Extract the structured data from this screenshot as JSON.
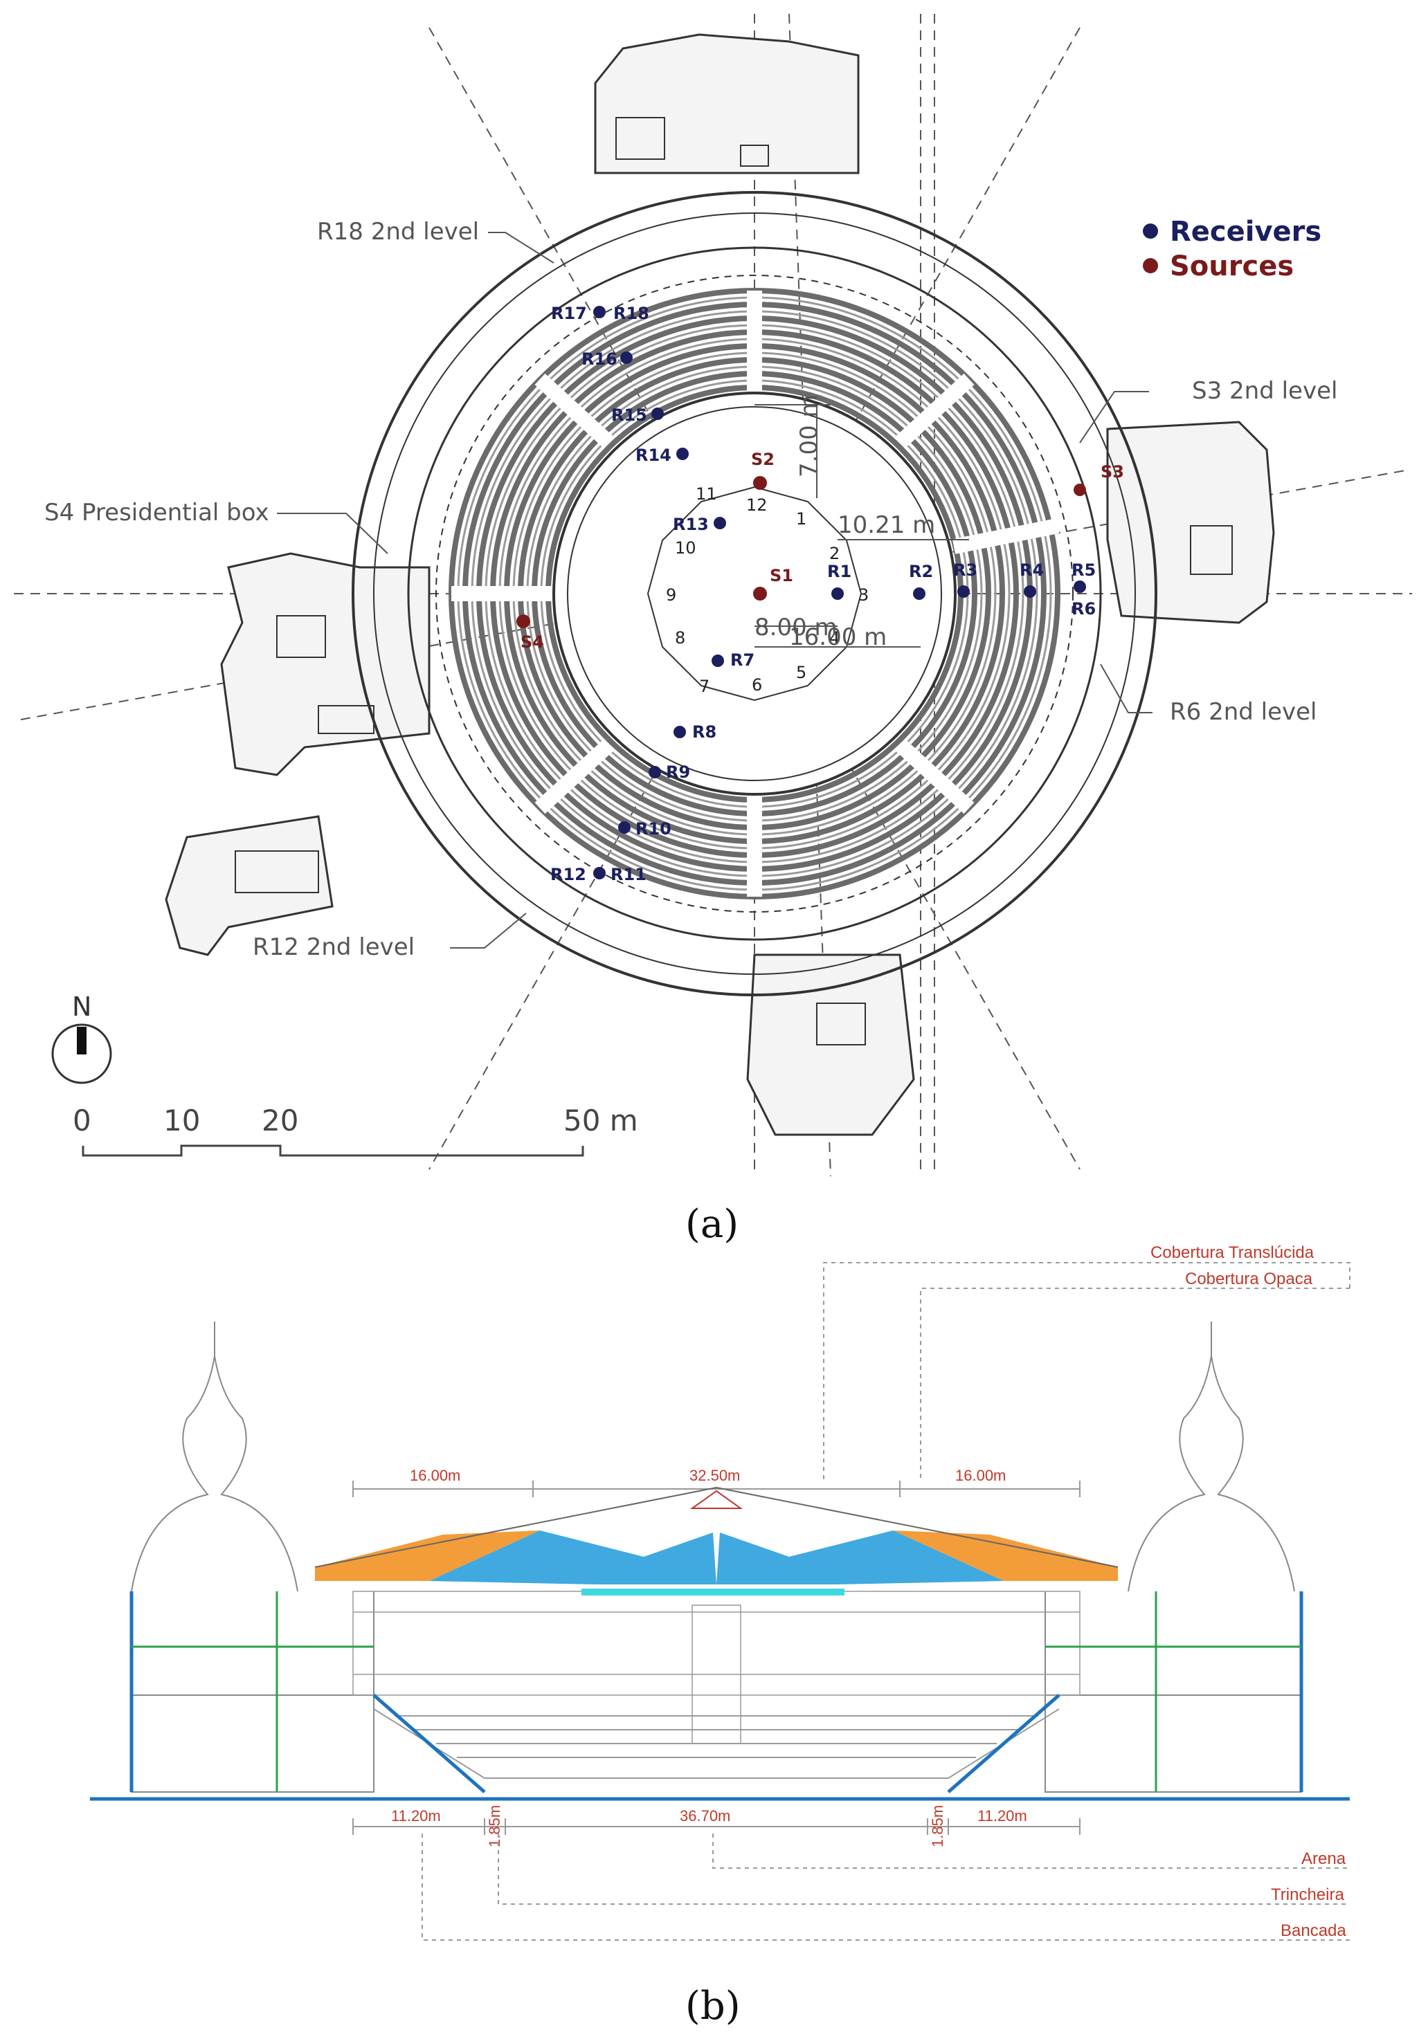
{
  "plan": {
    "caption": "(a)",
    "legend": {
      "receivers": "Receivers",
      "sources": "Sources",
      "receiver_color": "#1b1f5e",
      "source_color": "#7a1a1a"
    },
    "callouts": {
      "r18": "R18 2nd level",
      "s3": "S3 2nd level",
      "s4": "S4 Presidential box",
      "r6": "R6 2nd level",
      "r12": "R12 2nd level"
    },
    "receivers": [
      {
        "id": "R1",
        "label": "R1"
      },
      {
        "id": "R2",
        "label": "R2"
      },
      {
        "id": "R3",
        "label": "R3"
      },
      {
        "id": "R4",
        "label": "R4"
      },
      {
        "id": "R5",
        "label": "R5"
      },
      {
        "id": "R6",
        "label": "R6"
      },
      {
        "id": "R7",
        "label": "R7"
      },
      {
        "id": "R8",
        "label": "R8"
      },
      {
        "id": "R9",
        "label": "R9"
      },
      {
        "id": "R10",
        "label": "R10"
      },
      {
        "id": "R11",
        "label": "R11"
      },
      {
        "id": "R12",
        "label": "R12"
      },
      {
        "id": "R13",
        "label": "R13"
      },
      {
        "id": "R14",
        "label": "R14"
      },
      {
        "id": "R15",
        "label": "R15"
      },
      {
        "id": "R16",
        "label": "R16"
      },
      {
        "id": "R17",
        "label": "R17"
      },
      {
        "id": "R18",
        "label": "R18"
      }
    ],
    "sources": [
      {
        "id": "S1",
        "label": "S1"
      },
      {
        "id": "S2",
        "label": "S2"
      },
      {
        "id": "S3",
        "label": "S3"
      },
      {
        "id": "S4",
        "label": "S4"
      }
    ],
    "sectors": [
      "1",
      "2",
      "3",
      "4",
      "5",
      "6",
      "7",
      "8",
      "9",
      "10",
      "11",
      "12"
    ],
    "dimensions": {
      "d700": "7.00 m",
      "d1021": "10.21 m",
      "d800": "8.00 m",
      "d1600": "16.00 m"
    },
    "north": "N",
    "scale": [
      "0",
      "10",
      "20",
      "50 m"
    ]
  },
  "section": {
    "caption": "(b)",
    "labels": {
      "translucida": "Cobertura Translúcida",
      "opaca": "Cobertura Opaca",
      "arena": "Arena",
      "trincheira": "Trincheira",
      "bancada": "Bancada"
    },
    "top_dims": [
      "16.00m",
      "32.50m",
      "16.00m"
    ],
    "bottom_dims": [
      "11.20m",
      "1.85m",
      "36.70m",
      "1.85m",
      "11.20m"
    ],
    "colors": {
      "opaque_roof": "#f39c3a",
      "translucent_roof": "#3fa9e0",
      "structure": "#1e73be",
      "annotation": "#c0392b"
    }
  }
}
